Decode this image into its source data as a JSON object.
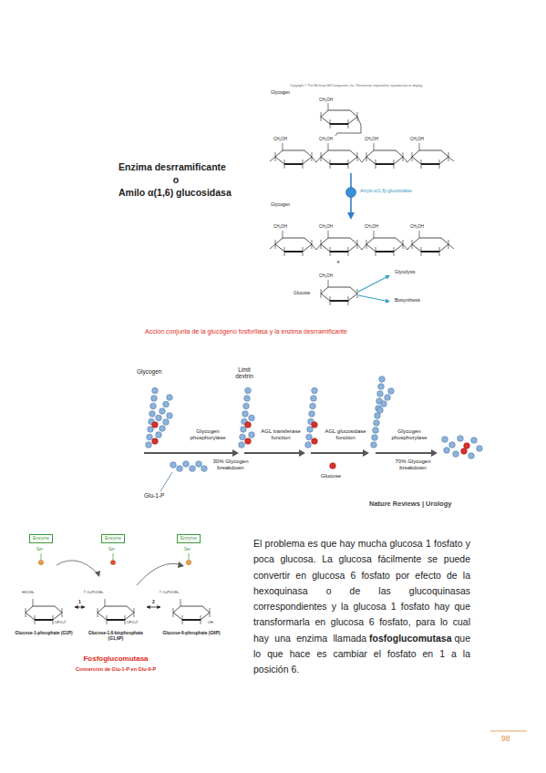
{
  "diagram": {
    "nodes": [
      {
        "text": [
          "Enzyme"
        ]
      },
      {
        "text": [
          "Enzyme"
        ]
      },
      {
        "text": [
          "Enzyme"
        ]
      },
      {
        "text": [
          "Glucose-1-phosphate (G1P)"
        ]
      },
      {
        "text": [
          "Glucose-1,6-bisphosphate (G1,6P)"
        ]
      },
      {
        "text": [
          "Glucose-6-phosphate (G6P)"
        ]
      }
    ],
    "edges": [
      {
        "from": 3,
        "to": 4,
        "arrow": "both",
        "label": "1"
      },
      {
        "from": 4,
        "to": 5,
        "arrow": "both",
        "label": "2"
      }
    ],
    "labels": [
      "Copyright © The McGraw-Hill Companies, Inc. Permission required for reproduction or display.",
      "Glycogen",
      "Enzima desrramificante",
      "o",
      "Amilo α(1,6) glucosidasa",
      "CH₂OH",
      "CH₂OH",
      "CH₂OH",
      "CH₂OH",
      "CH₂OH",
      "Amylo-α(1,6)-glucosidase",
      "Glycogen",
      "CH₂OH",
      "CH₂OH",
      "CH₂OH",
      "CH₂OH",
      "+",
      "CH₂OH",
      "Glucose",
      "Glycolysis",
      "Biosynthesis",
      "Acción conjunta de la glucógeno fosforilasa y la enzima desrramificante",
      "Glycogen",
      "Limit dextrin",
      "Glycogen phosphorylase",
      "AGL transferase function",
      "AGL glucosidase function",
      "Glycogen phosphorylase",
      "30% Glycogen breakdown",
      "Glucose",
      "70% Glycogen breakdown",
      "Glu-1-P",
      "Nature Reviews | Urology",
      "Ser",
      "Ser",
      "Ser",
      "HOCH₂",
      "OPO₃²⁻",
      "²⁻O₃POCH₂",
      "OPO₃²⁻",
      "²⁻O₃POCH₂",
      "OH",
      "Fosfoglucomutasa",
      "Conversión de Glu-1-P en Glu-6-P",
      "El problema es que hay mucha glucosa 1 fosfato y poca glucosa. La glucosa fácilmente se puede convertir en glucosa 6 fosfato por efecto de la hexoquinasa o de las glucoquinasas correspondientes y la glucosa 1 fosfato hay que transformarla en glucosa 6 fosfato, para lo cual hay una enzima llamada",
      "fosfoglucomutasa",
      "que lo que hace es cambiar el fosfato en 1 a la posición 6.",
      "98"
    ]
  }
}
